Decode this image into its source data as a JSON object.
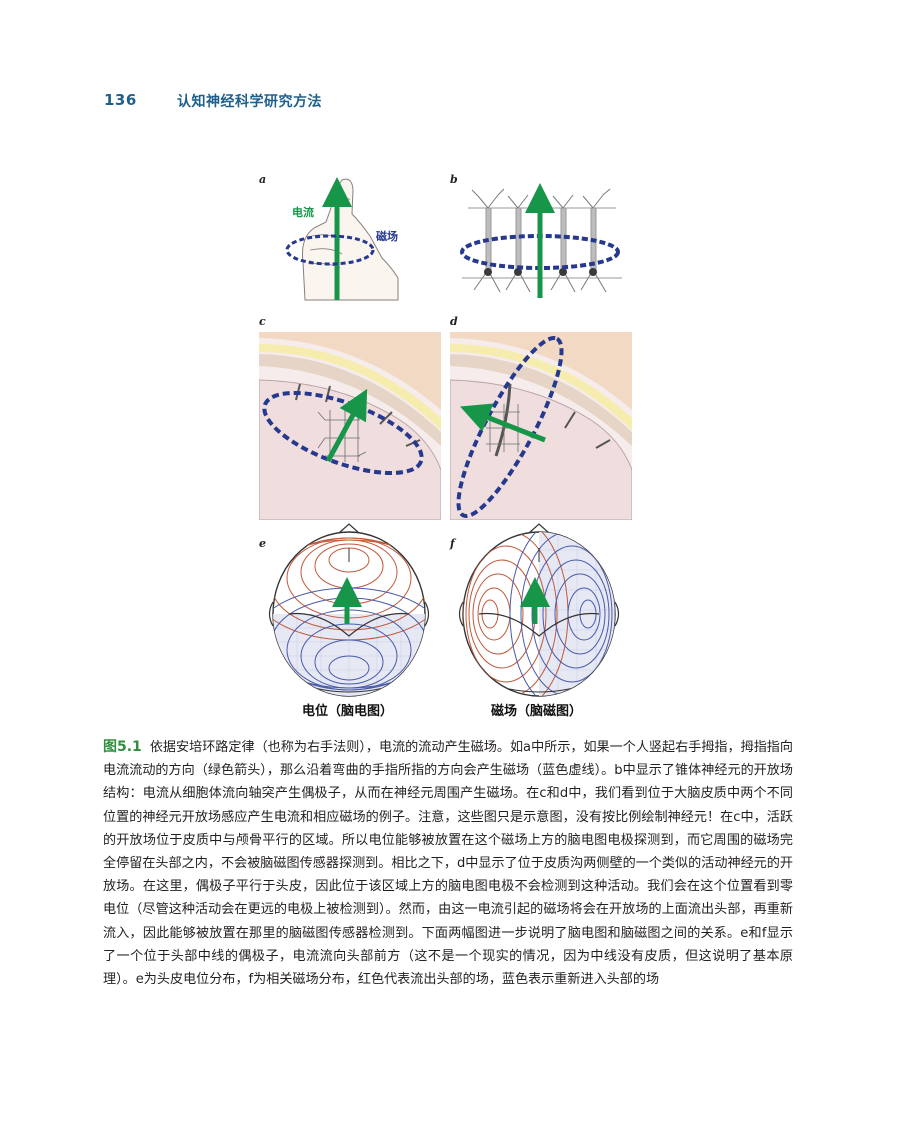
{
  "header": {
    "page_number": "136",
    "book_title": "认知神经科学研究方法"
  },
  "figure": {
    "panels": {
      "a": "a",
      "b": "b",
      "c": "c",
      "d": "d",
      "e": "e",
      "f": "f"
    },
    "panel_a": {
      "current_label": "电流",
      "field_label": "磁场"
    },
    "bottom_labels": {
      "left": "电位（脑电图）",
      "right": "磁场（脑磁图）"
    },
    "colors": {
      "current_arrow": "#17964a",
      "magnetic_field": "#26398f",
      "positive_contour": "#c0583a",
      "negative_contour": "#4a5aa8",
      "scalp_layer": "#f2d9c4",
      "skull_layer": "#f6ecae"
    }
  },
  "caption": {
    "label": "图5.1",
    "text": "依据安培环路定律（也称为右手法则），电流的流动产生磁场。如a中所示，如果一个人竖起右手拇指，拇指指向电流流动的方向（绿色箭头），那么沿着弯曲的手指所指的方向会产生磁场（蓝色虚线）。b中显示了锥体神经元的开放场结构：电流从细胞体流向轴突产生偶极子，从而在神经元周围产生磁场。在c和d中，我们看到位于大脑皮质中两个不同位置的神经元开放场感应产生电流和相应磁场的例子。注意，这些图只是示意图，没有按比例绘制神经元！在c中，活跃的开放场位于皮质中与颅骨平行的区域。所以电位能够被放置在这个磁场上方的脑电图电极探测到，而它周围的磁场完全停留在头部之内，不会被脑磁图传感器探测到。相比之下，d中显示了位于皮质沟两侧壁的一个类似的活动神经元的开放场。在这里，偶极子平行于头皮，因此位于该区域上方的脑电图电极不会检测到这种活动。我们会在这个位置看到零电位（尽管这种活动会在更远的电极上被检测到）。然而，由这一电流引起的磁场将会在开放场的上面流出头部，再重新流入，因此能够被放置在那里的脑磁图传感器检测到。下面两幅图进一步说明了脑电图和脑磁图之间的关系。e和f显示了一个位于头部中线的偶极子，电流流向头部前方（这不是一个现实的情况，因为中线没有皮质，但这说明了基本原理）。e为头皮电位分布，f为相关磁场分布，红色代表流出头部的场，蓝色表示重新进入头部的场"
  }
}
